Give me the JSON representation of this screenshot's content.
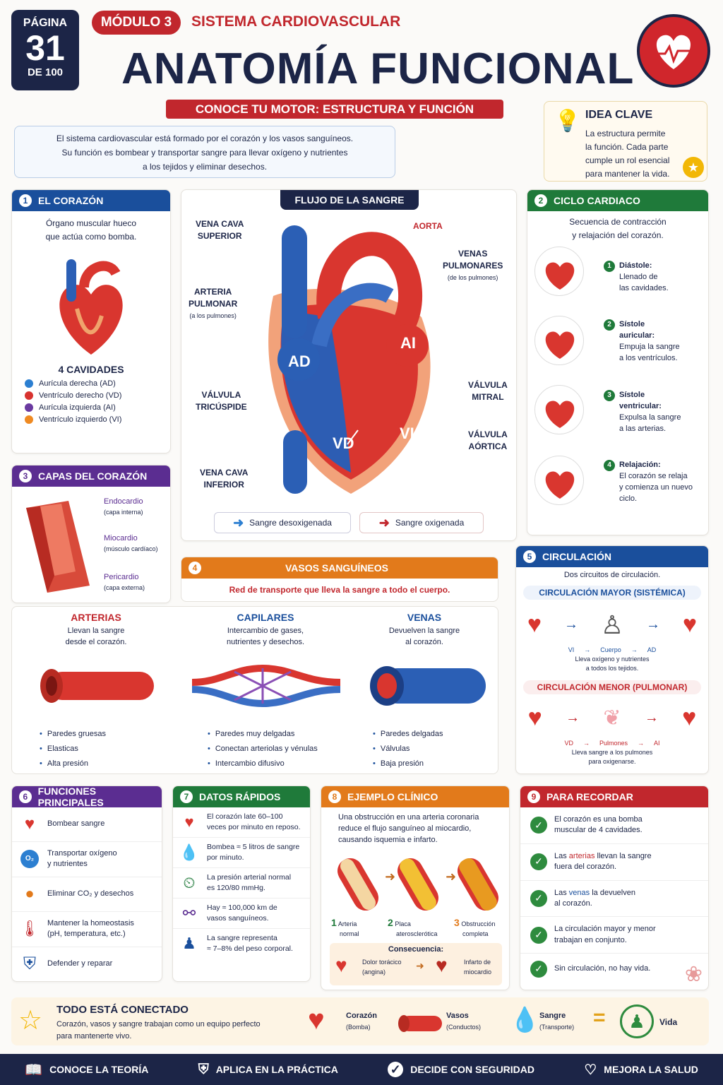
{
  "header": {
    "page_word": "PÁGINA",
    "page_num": "31",
    "page_total": "DE 100",
    "module": "MÓDULO 3",
    "system": "SISTEMA CARDIOVASCULAR",
    "title": "ANATOMÍA FUNCIONAL",
    "subtitle": "CONOCE TU MOTOR: ESTRUCTURA Y FUNCIÓN"
  },
  "intro": {
    "line1": "El sistema cardiovascular está formado por el corazón y los vasos sanguíneos.",
    "line2": "Su función es bombear y transportar sangre para llevar oxígeno y nutrientes",
    "line3": "a los tejidos y eliminar desechos."
  },
  "idea": {
    "title": "IDEA CLAVE",
    "l1": "La estructura permite",
    "l2": "la función. Cada parte",
    "l3": "cumple un rol esencial",
    "l4": "para mantener la vida."
  },
  "heart": {
    "num": "1",
    "title": "EL CORAZÓN",
    "desc1": "Órgano muscular hueco",
    "desc2": "que actúa como bomba.",
    "cav_title": "4 CAVIDADES",
    "cavities": [
      "Aurícula derecha (AD)",
      "Ventrículo derecho (VD)",
      "Aurícula izquierda (AI)",
      "Ventrículo izquierdo (VI)"
    ],
    "colors": [
      "#2c7fd1",
      "#d8332f",
      "#6a3aa0",
      "#ef8a22"
    ]
  },
  "flow": {
    "title": "FLUJO DE LA SANGRE",
    "vcs1": "VENA CAVA",
    "vcs2": "SUPERIOR",
    "aorta": "AORTA",
    "vp1": "VENAS",
    "vp2": "PULMONARES",
    "vp3": "(de los pulmones)",
    "ap1": "ARTERIA",
    "ap2": "PULMONAR",
    "ap3": "(a los pulmones)",
    "ad": "AD",
    "ai": "AI",
    "vd": "VD",
    "vi": "VI",
    "vt1": "VÁLVULA",
    "vt2": "TRICÚSPIDE",
    "vm1": "VÁLVULA",
    "vm2": "MITRAL",
    "va1": "VÁLVULA",
    "va2": "AÓRTICA",
    "vci1": "VENA CAVA",
    "vci2": "INFERIOR",
    "leg1": "Sangre desoxigenada",
    "leg2": "Sangre oxigenada"
  },
  "cycle": {
    "num": "2",
    "title": "CICLO CARDIACO",
    "desc1": "Secuencia de contracción",
    "desc2": "y relajación del corazón.",
    "steps": [
      {
        "n": "1",
        "t": "Diástole:",
        "d1": "Llenado de",
        "d2": "las cavidades."
      },
      {
        "n": "2",
        "t": "Sístole",
        "t2": "auricular:",
        "d1": "Empuja la sangre",
        "d2": "a los ventrículos."
      },
      {
        "n": "3",
        "t": "Sístole",
        "t2": "ventricular:",
        "d1": "Expulsa la sangre",
        "d2": "a las arterias."
      },
      {
        "n": "4",
        "t": "Relajación:",
        "d1": "El corazón se relaja",
        "d2": "y comienza un nuevo",
        "d3": "ciclo."
      }
    ]
  },
  "layers": {
    "num": "3",
    "title": "CAPAS DEL CORAZÓN",
    "endo": "Endocardio",
    "endo_s": "(capa interna)",
    "mio": "Miocardio",
    "mio_s": "(músculo cardíaco)",
    "peri": "Pericardio",
    "peri_s": "(capa externa)"
  },
  "vessels": {
    "num": "4",
    "title": "VASOS SANGUÍNEOS",
    "desc": "Red de transporte que lleva la sangre a todo el cuerpo.",
    "cols": [
      {
        "t": "ARTERIAS",
        "d1": "Llevan la sangre",
        "d2": "desde el corazón.",
        "b": [
          "Paredes gruesas",
          "Elasticas",
          "Alta presión"
        ]
      },
      {
        "t": "CAPILARES",
        "d1": "Intercambio de gases,",
        "d2": "nutrientes y desechos.",
        "b": [
          "Paredes muy delgadas",
          "Conectan arteriolas y vénulas",
          "Intercambio difusivo"
        ]
      },
      {
        "t": "VENAS",
        "d1": "Devuelven la sangre",
        "d2": "al corazón.",
        "b": [
          "Paredes delgadas",
          "Válvulas",
          "Baja presión"
        ]
      }
    ]
  },
  "circ": {
    "num": "5",
    "title": "CIRCULACIÓN",
    "desc": "Dos circuitos de circulación.",
    "major": "CIRCULACIÓN MAYOR (SISTÉMICA)",
    "m_vi": "VI",
    "m_body": "Cuerpo",
    "m_ad": "AD",
    "m_d1": "Lleva oxígeno y nutrientes",
    "m_d2": "a todos los tejidos.",
    "minor": "CIRCULACIÓN MENOR (PULMONAR)",
    "n_vd": "VD",
    "n_lung": "Pulmones",
    "n_ai": "AI",
    "n_d1": "Lleva sangre a los pulmones",
    "n_d2": "para oxigenarse.",
    "arrow": "→"
  },
  "funcs": {
    "num": "6",
    "title": "FUNCIONES PRINCIPALES",
    "items": [
      {
        "a": "Bombear sangre"
      },
      {
        "a": "Transportar oxígeno",
        "b": "y nutrientes"
      },
      {
        "a": "Eliminar CO₂ y desechos"
      },
      {
        "a": "Mantener la homeostasis",
        "b": "(pH, temperatura, etc.)"
      },
      {
        "a": "Defender y reparar"
      }
    ],
    "o2": "O₂"
  },
  "facts": {
    "num": "7",
    "title": "DATOS RÁPIDOS",
    "items": [
      {
        "a": "El corazón late 60–100",
        "b": "veces por minuto en reposo."
      },
      {
        "a": "Bombea ≈ 5 litros de sangre",
        "b": "por minuto."
      },
      {
        "a": "La presión arterial normal",
        "b": "es 120/80 mmHg."
      },
      {
        "a": "Hay ≈ 100,000 km de",
        "b": "vasos sanguíneos."
      },
      {
        "a": "La sangre representa",
        "b": "≈ 7–8% del peso corporal."
      }
    ]
  },
  "clinic": {
    "num": "8",
    "title": "EJEMPLO CLÍNICO",
    "d1": "Una obstrucción en una arteria coronaria",
    "d2": "reduce el flujo sanguíneo al miocardio,",
    "d3": "causando isquemia e infarto.",
    "s": [
      {
        "n": "1",
        "a": "Arteria",
        "b": "normal"
      },
      {
        "n": "2",
        "a": "Placa",
        "b": "aterosclerótica"
      },
      {
        "n": "3",
        "a": "Obstrucción",
        "b": "completa"
      }
    ],
    "cons": "Consecuencia:",
    "c1a": "Dolor torácico",
    "c1b": "(angina)",
    "c2a": "Infarto de",
    "c2b": "miocardio"
  },
  "remember": {
    "num": "9",
    "title": "PARA RECORDAR",
    "items": [
      {
        "a": "El corazón es una bomba",
        "b": "muscular de 4 cavidades."
      },
      {
        "pre": "Las ",
        "hl": "arterias",
        "post": " llevan la sangre",
        "b": "fuera del corazón."
      },
      {
        "pre": "Las ",
        "hl": "venas",
        "post": " la devuelven",
        "b": "al corazón."
      },
      {
        "a": "La circulación mayor y menor",
        "b": "trabajan en conjunto."
      },
      {
        "a": "Sin circulación, no hay vida."
      }
    ]
  },
  "connected": {
    "title": "TODO ESTÁ CONECTADO",
    "d1": "Corazón, vasos y sangre trabajan como un equipo perfecto",
    "d2": "para mantenerte vivo.",
    "h": "Corazón",
    "hs": "(Bomba)",
    "v": "Vasos",
    "vs": "(Conductos)",
    "s": "Sangre",
    "ss": "(Transporte)",
    "eq": "=",
    "life": "Vida"
  },
  "footer": {
    "f1": "CONOCE LA TEORÍA",
    "f2": "APLICA EN LA PRÁCTICA",
    "f3": "DECIDE CON SEGURIDAD",
    "f4": "MEJORA LA SALUD"
  }
}
